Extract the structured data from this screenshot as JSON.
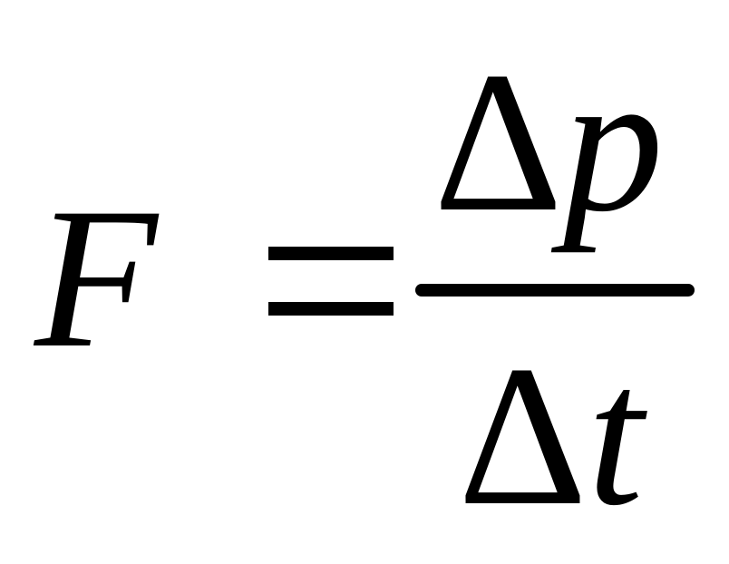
{
  "equation": {
    "lhs": "F",
    "operator": "=",
    "fraction": {
      "numerator": "Δp",
      "denominator": "Δt"
    }
  }
}
